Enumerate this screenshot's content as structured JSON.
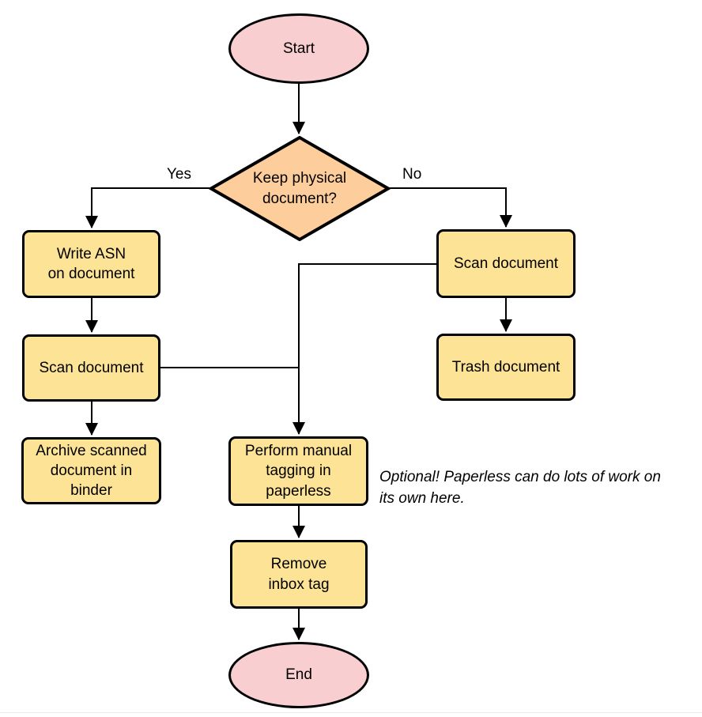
{
  "diagram": {
    "type": "flowchart",
    "nodes": {
      "start": {
        "label": "Start",
        "shape": "terminator",
        "fill": "#f8ced0"
      },
      "decision": {
        "label": "Keep physical\ndocument?",
        "shape": "decision",
        "fill": "#fecd9c"
      },
      "write_asn": {
        "label": "Write ASN\non document",
        "shape": "process",
        "fill": "#fde395"
      },
      "scan_left": {
        "label": "Scan document",
        "shape": "process",
        "fill": "#fde395"
      },
      "archive": {
        "label": "Archive scanned\ndocument in\nbinder",
        "shape": "process",
        "fill": "#fde395"
      },
      "scan_right": {
        "label": "Scan document",
        "shape": "process",
        "fill": "#fde395"
      },
      "trash": {
        "label": "Trash document",
        "shape": "process",
        "fill": "#fde395"
      },
      "perform_tagging": {
        "label": "Perform manual\ntagging in\npaperless",
        "shape": "process",
        "fill": "#fde395"
      },
      "remove_inbox": {
        "label": "Remove\ninbox tag",
        "shape": "process",
        "fill": "#fde395"
      },
      "end": {
        "label": "End",
        "shape": "terminator",
        "fill": "#f8ced0"
      }
    },
    "edge_labels": {
      "yes": "Yes",
      "no": "No"
    },
    "edges": [
      {
        "from": "start",
        "to": "decision",
        "label": ""
      },
      {
        "from": "decision",
        "to": "write_asn",
        "label": "Yes"
      },
      {
        "from": "decision",
        "to": "scan_right",
        "label": "No"
      },
      {
        "from": "write_asn",
        "to": "scan_left",
        "label": ""
      },
      {
        "from": "scan_left",
        "to": "archive",
        "label": ""
      },
      {
        "from": "scan_left",
        "to": "perform_tagging",
        "label": ""
      },
      {
        "from": "scan_right",
        "to": "trash",
        "label": ""
      },
      {
        "from": "scan_right",
        "to": "perform_tagging",
        "label": ""
      },
      {
        "from": "perform_tagging",
        "to": "remove_inbox",
        "label": ""
      },
      {
        "from": "remove_inbox",
        "to": "end",
        "label": ""
      }
    ],
    "note": {
      "line1": "Optional! Paperless can do lots of work on",
      "line2": "its own here."
    },
    "colors": {
      "terminator_fill": "#f8ced0",
      "decision_fill": "#fecd9c",
      "process_fill": "#fde395",
      "stroke": "#000000",
      "background": "#ffffff"
    }
  }
}
